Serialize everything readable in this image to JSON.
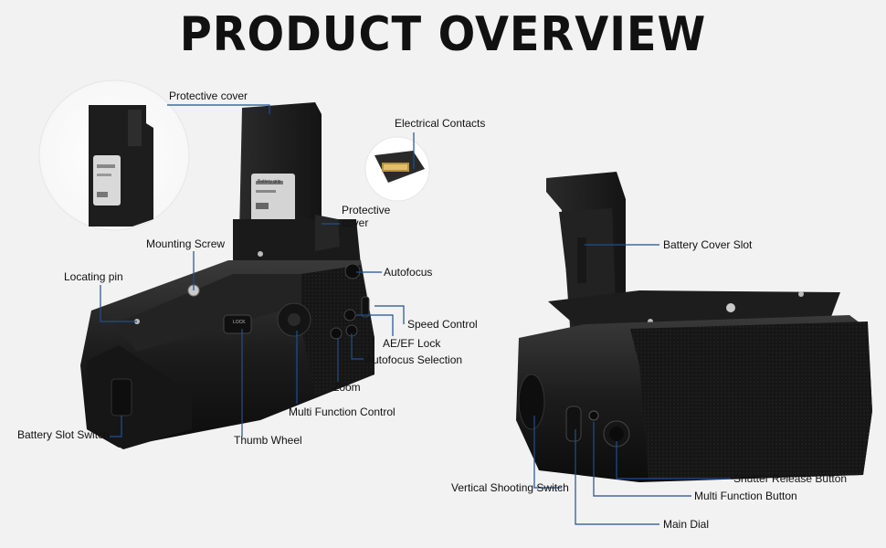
{
  "page": {
    "title": "PRODUCT OVERVIEW"
  },
  "labels": {
    "protective_cover_top": "Protective cover",
    "electrical_contacts": "Electrical Contacts",
    "protective_cover_side_1": "Protective",
    "protective_cover_side_2": "cover",
    "mounting_screw": "Mounting Screw",
    "locating_pin": "Locating pin",
    "autofocus": "Autofocus",
    "speed_control": "Speed Control",
    "ae_ef_lock": "AE/EF Lock",
    "autofocus_selection": "Autofocus Selection",
    "zoom": "Zoom",
    "multi_function_control": "Multi Function Control",
    "thumb_wheel": "Thumb Wheel",
    "battery_slot_switch": "Battery Slot Switch",
    "battery_cover_slot": "Battery Cover Slot",
    "vertical_shooting_switch": "Vertical Shooting Switch",
    "shutter_release_button": "Shutter Release Button",
    "multi_function_button": "Multi Function Button",
    "main_dial": "Main Dial"
  },
  "product_markings": {
    "battery_label": "Battery grip",
    "lock_label": "LOCK"
  },
  "colors": {
    "background": "#f2f2f2",
    "leader_line": "#1f4f8f",
    "product_body": "#1b1b1b"
  }
}
